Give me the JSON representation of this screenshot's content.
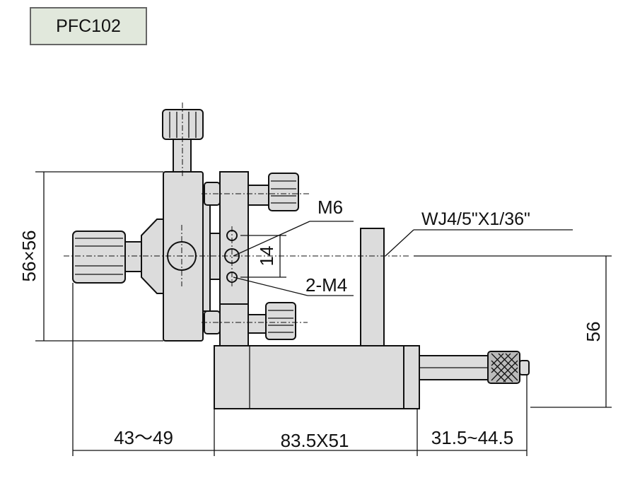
{
  "model": "PFC102",
  "labels": {
    "mount_size": "56×56",
    "thread_m6": "M6",
    "hole_spacing": "14",
    "thread_m4": "2-M4",
    "micrometer_thread": "WJ4/5\"X1/36\"",
    "height": "56",
    "dim_left": "43～49",
    "dim_center": "83.5X51",
    "dim_right": "31.5~44.5"
  }
}
